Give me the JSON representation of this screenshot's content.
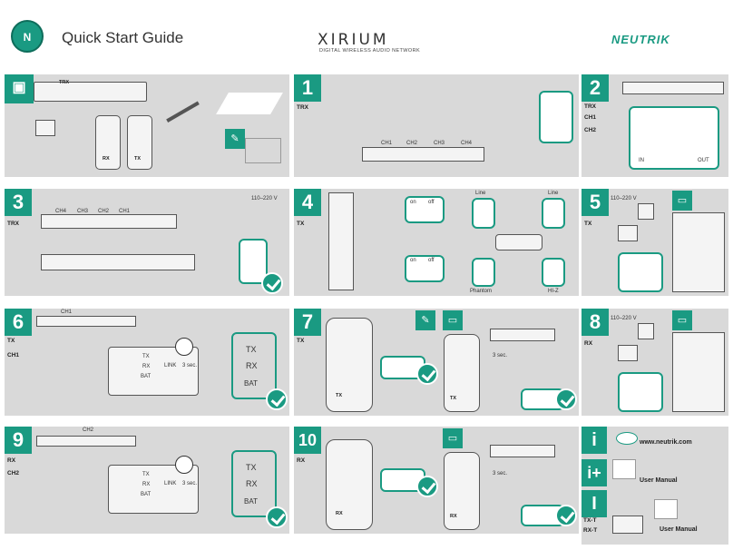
{
  "header": {
    "title": "Quick Start Guide",
    "product": "XIRIUM",
    "product_sub": "DIGITAL WIRELESS AUDIO NETWORK",
    "brand": "NEUTRIK"
  },
  "steps": [
    {
      "num": "1",
      "side": [
        "TRX"
      ],
      "labels": [
        "CH1",
        "CH2",
        "CH3",
        "CH4"
      ]
    },
    {
      "num": "2",
      "side": [
        "TRX",
        "CH1",
        "CH2"
      ],
      "labels": [
        "IN",
        "OUT"
      ]
    },
    {
      "num": "3",
      "side": [
        "TRX"
      ],
      "labels": [
        "CH4",
        "CH3",
        "CH2",
        "CH1"
      ],
      "voltage": "110–220 V"
    },
    {
      "num": "4",
      "side": [
        "TX"
      ],
      "labels": [
        "Line",
        "Line",
        "Phantom",
        "HI-Z",
        "on",
        "off",
        "on",
        "off"
      ]
    },
    {
      "num": "5",
      "side": [
        "TX"
      ],
      "voltage": "110–220 V"
    },
    {
      "num": "6",
      "side": [
        "TX",
        "CH1"
      ],
      "labels": [
        "CH1",
        "TX",
        "RX",
        "BAT",
        "LINK",
        "3 sec.",
        "TX",
        "RX",
        "BAT"
      ]
    },
    {
      "num": "7",
      "side": [
        "TX"
      ],
      "labels": [
        "TX",
        "TX",
        "3 sec."
      ]
    },
    {
      "num": "8",
      "side": [
        "RX"
      ],
      "voltage": "110–220 V"
    },
    {
      "num": "9",
      "side": [
        "RX",
        "CH2"
      ],
      "labels": [
        "CH2",
        "TX",
        "RX",
        "BAT",
        "LINK",
        "3 sec.",
        "TX",
        "RX",
        "BAT"
      ]
    },
    {
      "num": "10",
      "side": [
        "RX"
      ],
      "labels": [
        "RX",
        "RX",
        "3 sec."
      ]
    }
  ],
  "intro": {
    "labels": [
      "TRX",
      "RX",
      "TX"
    ]
  },
  "info": {
    "website": "www.neutrik.com",
    "manual1": "User Manual",
    "manual2": "User Manual",
    "txrx": [
      "TX-T",
      "RX-T"
    ]
  },
  "colors": {
    "accent": "#1a9a82",
    "panel": "#d9d9d9"
  }
}
